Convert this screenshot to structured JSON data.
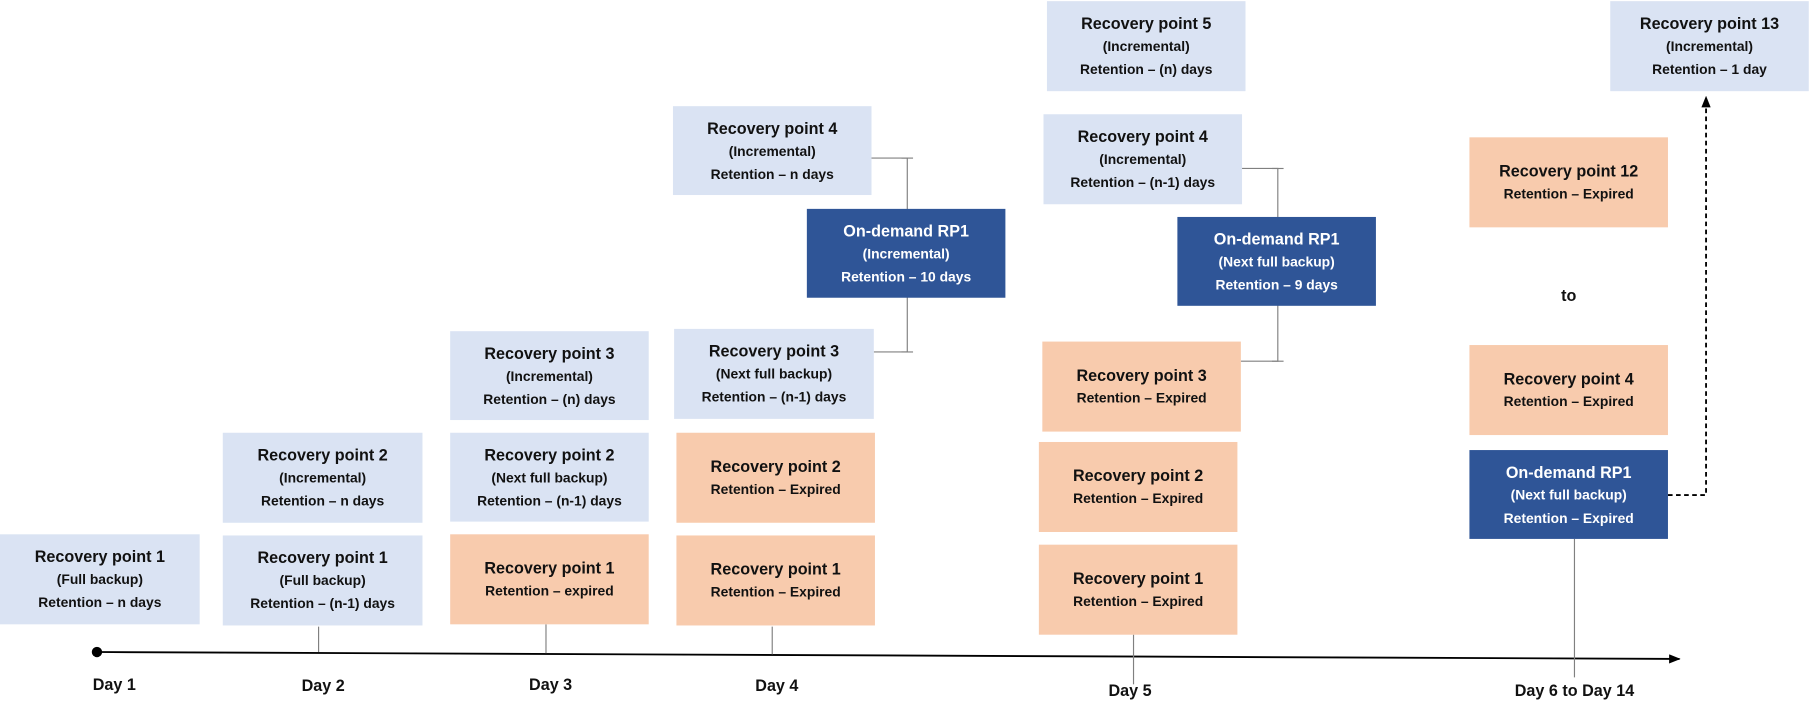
{
  "days": [
    "Day 1",
    "Day 2",
    "Day 3",
    "Day 4",
    "Day 5",
    "Day 6 to Day 14"
  ],
  "to_label": "to",
  "boxes": {
    "d1_rp1": {
      "title": "Recovery point 1",
      "type": "(Full backup)",
      "retention": "Retention – n days"
    },
    "d2_rp2": {
      "title": "Recovery point 2",
      "type": "(Incremental)",
      "retention": "Retention – n days"
    },
    "d2_rp1": {
      "title": "Recovery point 1",
      "type": "(Full backup)",
      "retention": "Retention – (n-1) days"
    },
    "d3_rp3": {
      "title": "Recovery point 3",
      "type": "(Incremental)",
      "retention": "Retention – (n) days"
    },
    "d3_rp2": {
      "title": "Recovery point 2",
      "type": "(Next full backup)",
      "retention": "Retention – (n-1) days"
    },
    "d3_rp1": {
      "title": "Recovery point 1",
      "retention": "Retention – expired"
    },
    "d4_rp4": {
      "title": "Recovery point 4",
      "type": "(Incremental)",
      "retention": "Retention – n days"
    },
    "d4_od": {
      "title": "On-demand RP1",
      "type": "(Incremental)",
      "retention": "Retention – 10 days"
    },
    "d4_rp3": {
      "title": "Recovery point 3",
      "type": "(Next full backup)",
      "retention": "Retention – (n-1) days"
    },
    "d4_rp2": {
      "title": "Recovery point 2",
      "retention": "Retention – Expired"
    },
    "d4_rp1": {
      "title": "Recovery point 1",
      "retention": "Retention – Expired"
    },
    "d5_rp5": {
      "title": "Recovery point 5",
      "type": "(Incremental)",
      "retention": "Retention – (n) days"
    },
    "d5_rp4": {
      "title": "Recovery point 4",
      "type": "(Incremental)",
      "retention": "Retention – (n-1) days"
    },
    "d5_od": {
      "title": "On-demand RP1",
      "type": "(Next full backup)",
      "retention": "Retention – 9 days"
    },
    "d5_rp3": {
      "title": "Recovery point 3",
      "retention": "Retention – Expired"
    },
    "d5_rp2": {
      "title": "Recovery point 2",
      "retention": "Retention – Expired"
    },
    "d5_rp1": {
      "title": "Recovery point 1",
      "retention": "Retention – Expired"
    },
    "d6_rp13": {
      "title": "Recovery point 13",
      "type": "(Incremental)",
      "retention": "Retention – 1 day"
    },
    "d6_rp12": {
      "title": "Recovery point 12",
      "retention": "Retention – Expired"
    },
    "d6_rp4": {
      "title": "Recovery point 4",
      "retention": "Retention – Expired"
    },
    "d6_od": {
      "title": "On-demand RP1",
      "type": "(Next full backup)",
      "retention": "Retention – Expired"
    }
  },
  "colors": {
    "active": "#dae3f3",
    "expired": "#f8cbad",
    "on_demand": "#2f5597"
  }
}
